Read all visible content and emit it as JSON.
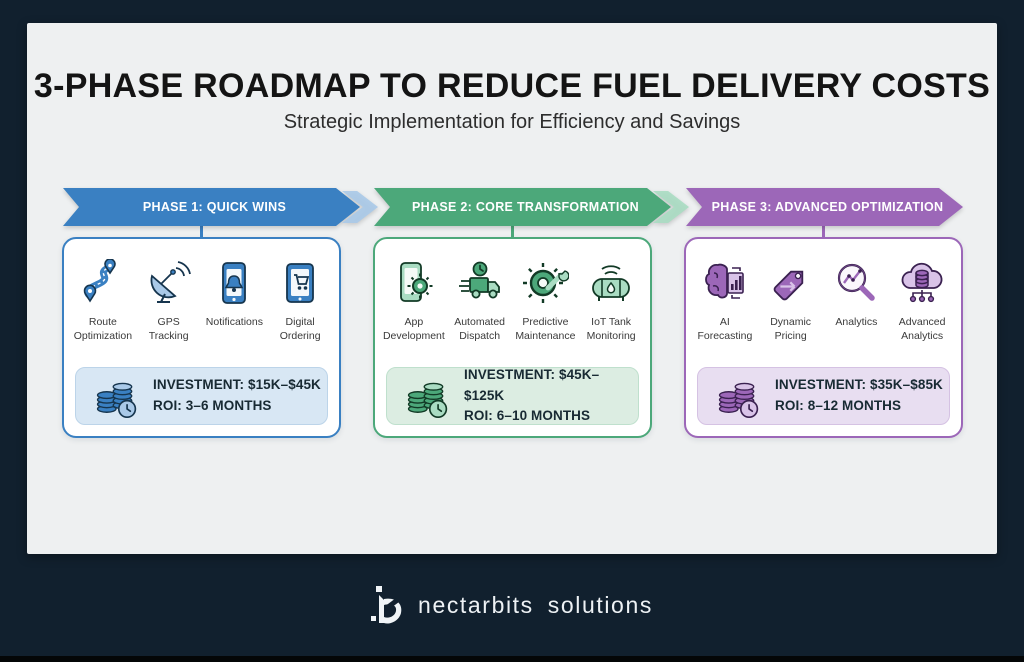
{
  "page": {
    "title": "3-PHASE ROADMAP TO REDUCE FUEL DELIVERY COSTS",
    "subtitle": "Strategic Implementation for Efficiency and Savings"
  },
  "phases": [
    {
      "label": "PHASE 1: QUICK WINS",
      "color": "#3a80c2",
      "items": [
        {
          "label": "Route Optimization",
          "icon": "route-icon"
        },
        {
          "label": "GPS Tracking",
          "icon": "satellite-dish-icon"
        },
        {
          "label": "Notifications",
          "icon": "phone-bell-icon"
        },
        {
          "label": "Digital Ordering",
          "icon": "tablet-cart-icon"
        }
      ],
      "investment": "INVESTMENT: $15K–$45K",
      "roi": "ROI: 3–6 MONTHS"
    },
    {
      "label": "PHASE 2: CORE TRANSFORMATION",
      "color": "#4ca87a",
      "items": [
        {
          "label": "App Development",
          "icon": "phone-gear-icon"
        },
        {
          "label": "Automated Dispatch",
          "icon": "truck-clock-icon"
        },
        {
          "label": "Predictive Maintenance",
          "icon": "gear-wrench-icon"
        },
        {
          "label": "IoT Tank Monitoring",
          "icon": "tank-wifi-icon"
        }
      ],
      "investment": "INVESTMENT: $45K–$125K",
      "roi": "ROI: 6–10 MONTHS"
    },
    {
      "label": "PHASE 3: ADVANCED OPTIMIZATION",
      "color": "#9c67b8",
      "items": [
        {
          "label": "AI Forecasting",
          "icon": "brain-chart-icon"
        },
        {
          "label": "Dynamic Pricing",
          "icon": "price-tag-icon"
        },
        {
          "label": "Analytics",
          "icon": "magnifier-chart-icon"
        },
        {
          "label": "Advanced Analytics",
          "icon": "cloud-database-icon"
        }
      ],
      "investment": "INVESTMENT: $35K–$85K",
      "roi": "ROI: 8–12 MONTHS"
    }
  ],
  "footer": {
    "brand_word1": "nectarbits",
    "brand_word2": "solutions",
    "logo": "nectarbits-logo"
  },
  "colors": {
    "background": "#11202e",
    "panel": "#eef0f1",
    "phase1": "#3a80c2",
    "phase2": "#4ca87a",
    "phase3": "#9c67b8"
  }
}
